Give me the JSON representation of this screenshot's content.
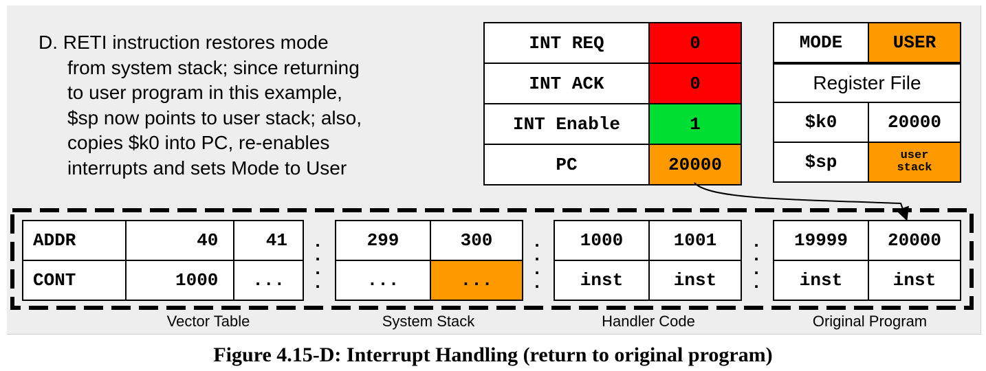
{
  "description": [
    "D. RETI instruction restores mode",
    "from system stack;  since returning",
    "to user program in this example,",
    "$sp now points to user stack; also,",
    "copies $k0 into PC, re-enables",
    "interrupts and sets Mode to User"
  ],
  "control_regs": [
    {
      "name": "INT REQ",
      "value": "0",
      "color": "#ff0000"
    },
    {
      "name": "INT ACK",
      "value": "0",
      "color": "#ff0000"
    },
    {
      "name": "INT Enable",
      "value": "1",
      "color": "#00dd33"
    },
    {
      "name": "PC",
      "value": "20000",
      "color": "#ff9900"
    }
  ],
  "mode": {
    "label": "MODE",
    "value": "USER",
    "color": "#ff9900"
  },
  "register_file": {
    "title": "Register File",
    "rows": [
      {
        "name": "$k0",
        "value": "20000"
      },
      {
        "name": "$sp",
        "value_line1": "user",
        "value_line2": "stack",
        "color": "#ff9900"
      }
    ]
  },
  "memory": {
    "vector_table": {
      "label": "Vector Table",
      "row_labels": [
        "ADDR",
        "CONT"
      ],
      "addresses": [
        "40",
        "41"
      ],
      "contents": [
        "1000",
        "..."
      ]
    },
    "system_stack": {
      "label": "System Stack",
      "addresses": [
        "299",
        "300"
      ],
      "contents": [
        "...",
        "..."
      ]
    },
    "handler_code": {
      "label": "Handler Code",
      "addresses": [
        "1000",
        "1001"
      ],
      "contents": [
        "inst",
        "inst"
      ]
    },
    "original_program": {
      "label": "Original Program",
      "addresses": [
        "19999",
        "20000"
      ],
      "contents": [
        "inst",
        "inst"
      ]
    },
    "separator": "."
  },
  "caption": "Figure 4.15-D: Interrupt Handling (return to original program)"
}
